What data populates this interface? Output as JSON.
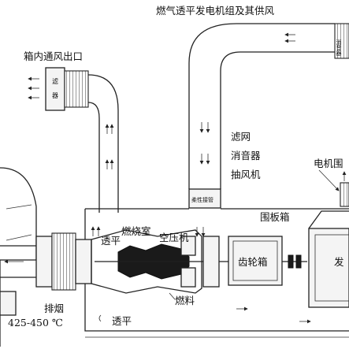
{
  "labels": {
    "title": "燃气透平发电机组及其供风",
    "vent_outlet": "箱内通风出口",
    "filter_v1": "滤",
    "filter_v2": "器",
    "silencer_top_v": "消音器",
    "filter_net": "滤网",
    "silencer": "消音器",
    "exhaust_fan": "抽风机",
    "generator_cover": "电机围",
    "flex_joint": "柔性接管",
    "enclosure": "围板箱",
    "turbine": "透平",
    "combustor": "燃烧室",
    "compressor": "空压机",
    "gearbox": "齿轮箱",
    "fuel": "燃料",
    "exhaust": "排烟",
    "exhaust_temp": "425-450 ℃",
    "turbine_bottom": "透平",
    "generator_char": "发"
  },
  "colors": {
    "line": "#222222",
    "background": "#ffffff"
  },
  "icons": {
    "arrow": "flow-arrow-icon"
  }
}
